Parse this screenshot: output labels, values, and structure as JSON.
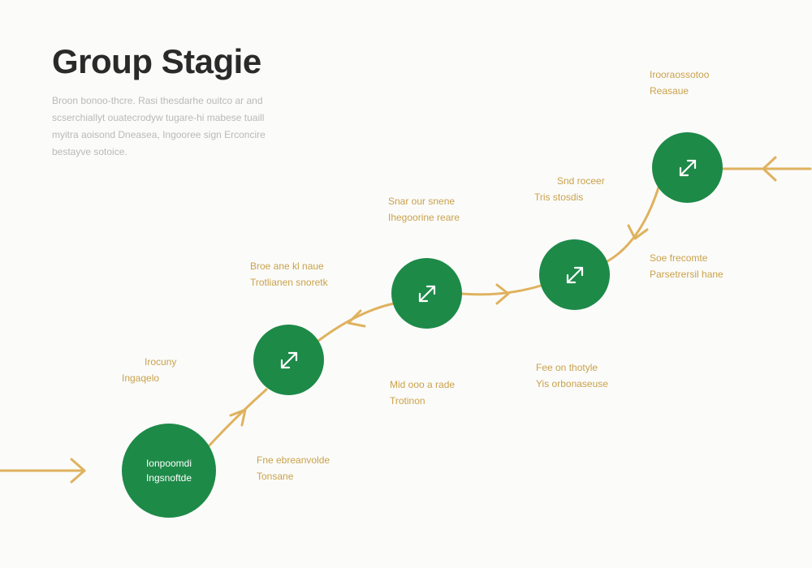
{
  "header": {
    "title": "Group Stagie",
    "description_lines": [
      "Broon bonoo-thcre. Rasi thesdarhe ouitco ar and",
      "scserchiallyt ouatecrodyw tugare-hi mabese tuaill",
      "myitra aoisond Dneasea, Ingooree sign Erconcire",
      "bestayve sotoice."
    ]
  },
  "flow": {
    "start_node": {
      "line1": "Ionpoomdi",
      "line2": "Ingsnoftde"
    },
    "nodes": [
      {
        "icon": "expand-arrows-icon"
      },
      {
        "icon": "expand-arrows-icon"
      },
      {
        "icon": "expand-arrows-icon"
      },
      {
        "icon": "expand-arrows-icon"
      }
    ],
    "labels": [
      {
        "line1": "Irocuny",
        "line2": "Ingaqelo"
      },
      {
        "line1": "Fne ebreanvolde",
        "line2": "Tonsane"
      },
      {
        "line1": "Broe ane kl naue",
        "line2": "Trotlianen snoretk"
      },
      {
        "line1": "Mid ooo a rade",
        "line2": "Trotinon"
      },
      {
        "line1": "Snar our snene",
        "line2": "Ihegoorine reare"
      },
      {
        "line1": "Fee on thotyle",
        "line2": "Yis orbonaseuse"
      },
      {
        "line1": "Snd roceer",
        "line2": "Tris stosdis"
      },
      {
        "line1": "Soe frecomte",
        "line2": "Parsetrersil hane"
      },
      {
        "line1": "Irooraossotoo",
        "line2": "Reasaue"
      }
    ]
  },
  "colors": {
    "node": "#1d8a48",
    "connector": "#dfb25e",
    "label": "#c9a24a",
    "title": "#2a2a2a"
  }
}
